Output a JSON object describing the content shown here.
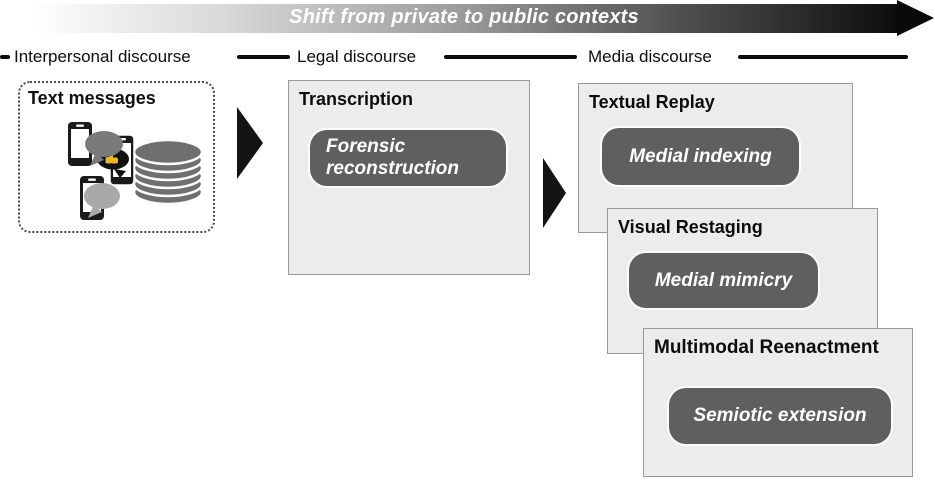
{
  "figure": {
    "top_arrow": {
      "label": "Shift from private to public contexts",
      "icon": "gradient-arrow-right-icon",
      "gradient_start_color": "#ffffff",
      "gradient_end_color": "#0a0a0a",
      "text_color": "#ffffff"
    },
    "discourse_row": {
      "items": [
        {
          "label": "Interpersonal discourse"
        },
        {
          "label": "Legal discourse"
        },
        {
          "label": "Media discourse"
        }
      ]
    },
    "source_box": {
      "title": "Text messages",
      "icons": [
        "smartphone-icon",
        "speech-bubble-icon",
        "thumbs-up-icon",
        "smartphone-icon",
        "smartphone-icon",
        "speech-bubble-icon",
        "database-stack-icon"
      ]
    },
    "flow_arrows": [
      "arrow-right-icon",
      "arrow-right-icon"
    ],
    "stages": [
      {
        "title": "Transcription",
        "pill_label": "Forensic reconstruction"
      },
      {
        "title": "Textual Replay",
        "pill_label": "Medial indexing"
      },
      {
        "title": "Visual Restaging",
        "pill_label": "Medial mimicry"
      },
      {
        "title": "Multimodal Reenactment",
        "pill_label": "Semiotic extension"
      }
    ],
    "colors": {
      "stage_box_fill": "#ececec",
      "stage_box_border": "#999999",
      "pill_fill": "#5f5f5f",
      "pill_text_color": "#ffffff",
      "arrow_color": "#141414",
      "thumb_color": "#e6b92e"
    }
  }
}
